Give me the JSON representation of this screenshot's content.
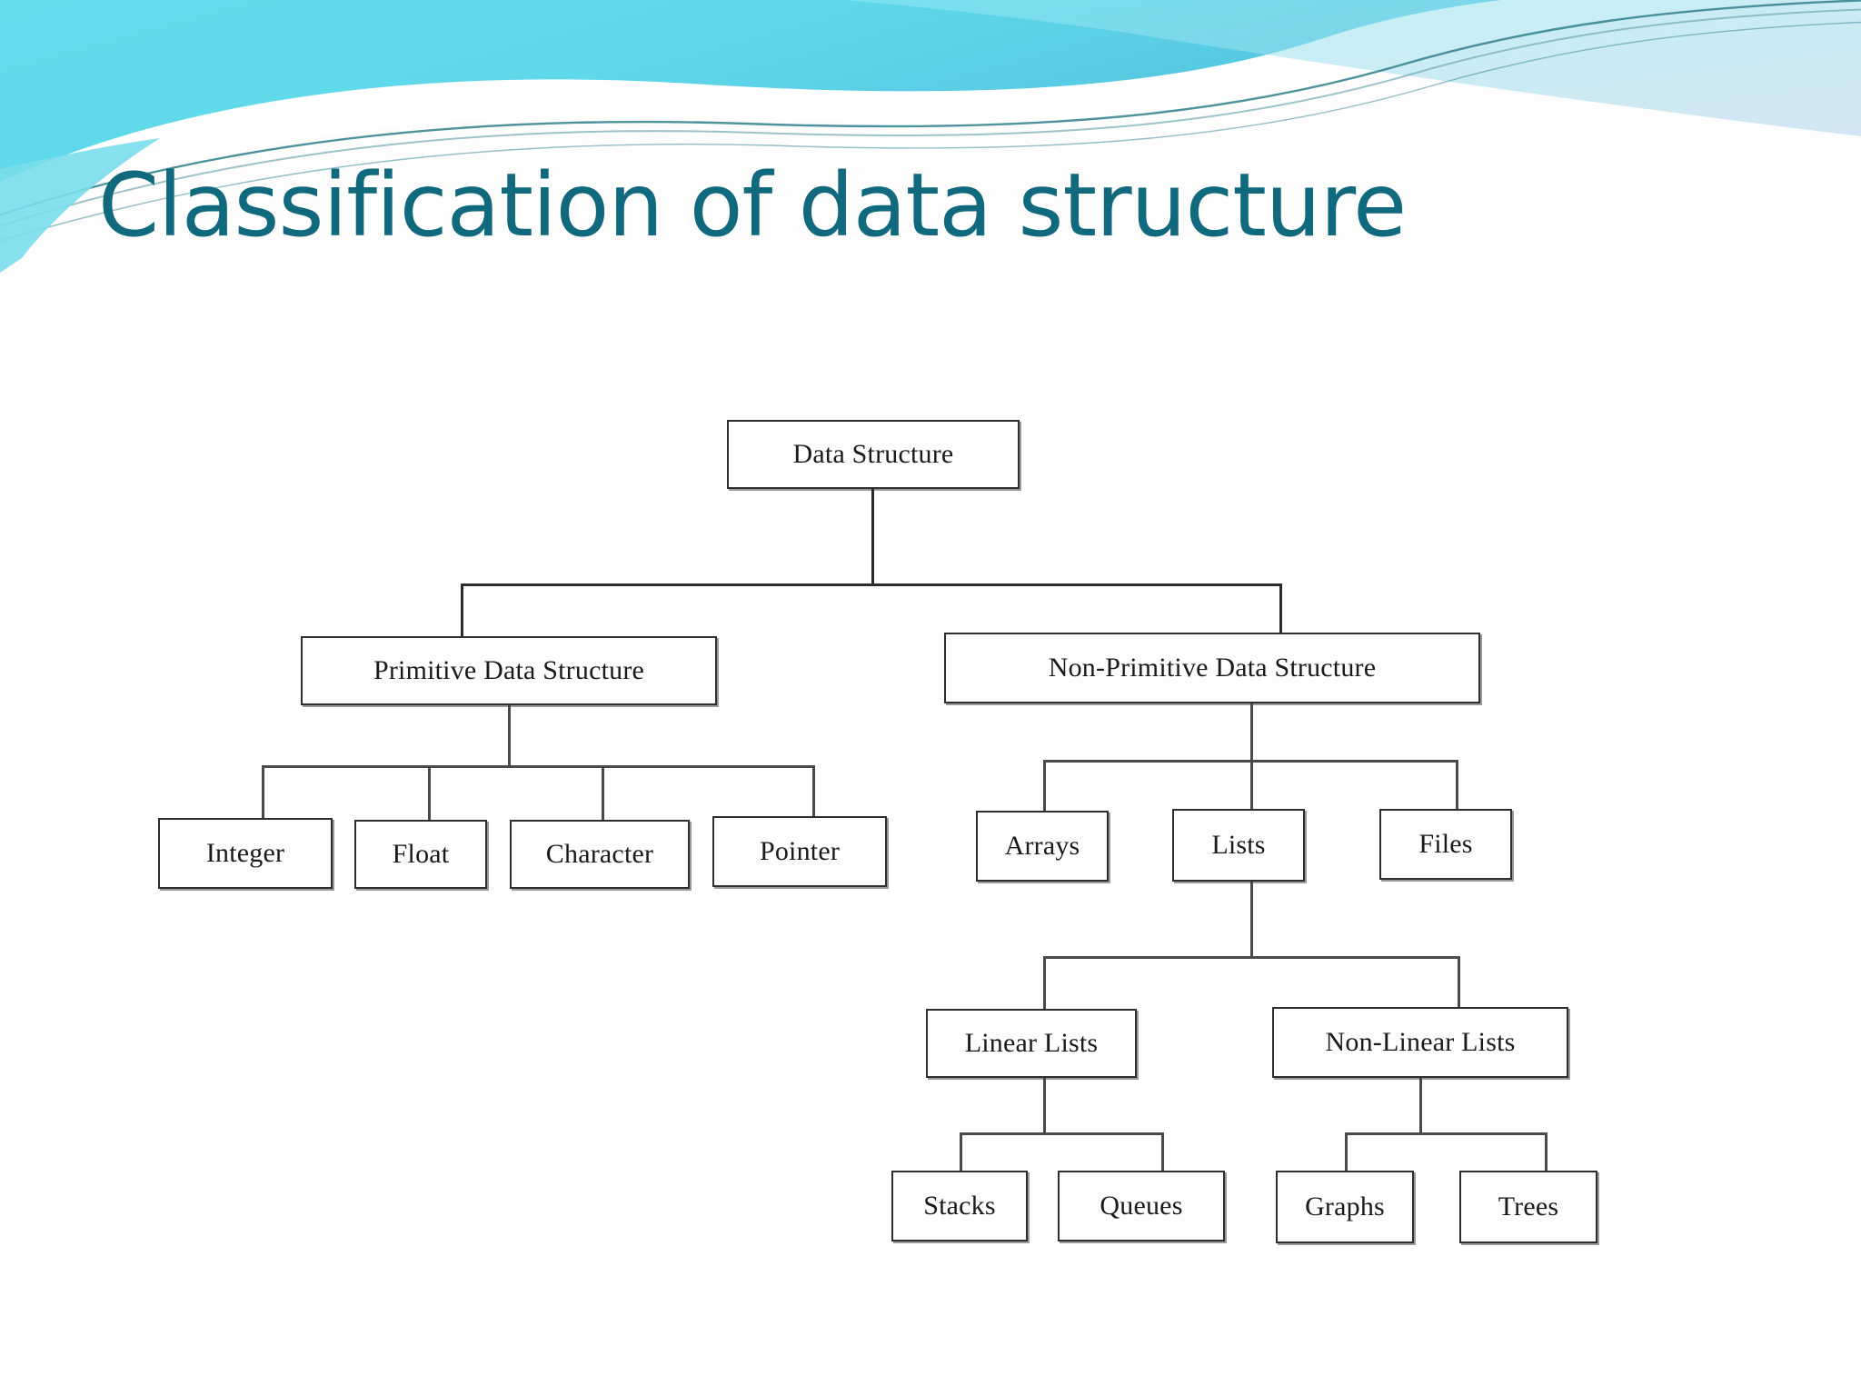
{
  "slide": {
    "title": "Classification of data structure",
    "title_color": "#10697C",
    "background_color": "#ffffff",
    "header_colors": {
      "cyan_light": "#7FE3EE",
      "cyan_mid": "#46C8DE",
      "blue_tint": "#9CC8DF",
      "teal_line": "#2F7F8C",
      "white": "#FFFFFF"
    }
  },
  "chart_data": {
    "type": "tree",
    "title": "Classification of data structure",
    "root": "Data Structure",
    "nodes": [
      {
        "id": "data-structure",
        "label": "Data Structure",
        "level": 0,
        "parent": null
      },
      {
        "id": "primitive-data-structure",
        "label": "Primitive Data Structure",
        "level": 1,
        "parent": "data-structure"
      },
      {
        "id": "non-primitive-data-structure",
        "label": "Non-Primitive Data Structure",
        "level": 1,
        "parent": "data-structure"
      },
      {
        "id": "integer",
        "label": "Integer",
        "level": 2,
        "parent": "primitive-data-structure"
      },
      {
        "id": "float",
        "label": "Float",
        "level": 2,
        "parent": "primitive-data-structure"
      },
      {
        "id": "character",
        "label": "Character",
        "level": 2,
        "parent": "primitive-data-structure"
      },
      {
        "id": "pointer",
        "label": "Pointer",
        "level": 2,
        "parent": "primitive-data-structure"
      },
      {
        "id": "arrays",
        "label": "Arrays",
        "level": 2,
        "parent": "non-primitive-data-structure"
      },
      {
        "id": "lists",
        "label": "Lists",
        "level": 2,
        "parent": "non-primitive-data-structure"
      },
      {
        "id": "files",
        "label": "Files",
        "level": 2,
        "parent": "non-primitive-data-structure"
      },
      {
        "id": "linear-lists",
        "label": "Linear Lists",
        "level": 3,
        "parent": "lists"
      },
      {
        "id": "non-linear-lists",
        "label": "Non-Linear Lists",
        "level": 3,
        "parent": "lists"
      },
      {
        "id": "stacks",
        "label": "Stacks",
        "level": 4,
        "parent": "linear-lists"
      },
      {
        "id": "queues",
        "label": "Queues",
        "level": 4,
        "parent": "linear-lists"
      },
      {
        "id": "graphs",
        "label": "Graphs",
        "level": 4,
        "parent": "non-linear-lists"
      },
      {
        "id": "trees",
        "label": "Trees",
        "level": 4,
        "parent": "non-linear-lists"
      }
    ],
    "edges": [
      [
        "data-structure",
        "primitive-data-structure"
      ],
      [
        "data-structure",
        "non-primitive-data-structure"
      ],
      [
        "primitive-data-structure",
        "integer"
      ],
      [
        "primitive-data-structure",
        "float"
      ],
      [
        "primitive-data-structure",
        "character"
      ],
      [
        "primitive-data-structure",
        "pointer"
      ],
      [
        "non-primitive-data-structure",
        "arrays"
      ],
      [
        "non-primitive-data-structure",
        "lists"
      ],
      [
        "non-primitive-data-structure",
        "files"
      ],
      [
        "lists",
        "linear-lists"
      ],
      [
        "lists",
        "non-linear-lists"
      ],
      [
        "linear-lists",
        "stacks"
      ],
      [
        "linear-lists",
        "queues"
      ],
      [
        "non-linear-lists",
        "graphs"
      ],
      [
        "non-linear-lists",
        "trees"
      ]
    ],
    "node_fill": "#fdfdfd",
    "node_border": "#2e2e2e",
    "line_color": "#4a4a4a"
  }
}
